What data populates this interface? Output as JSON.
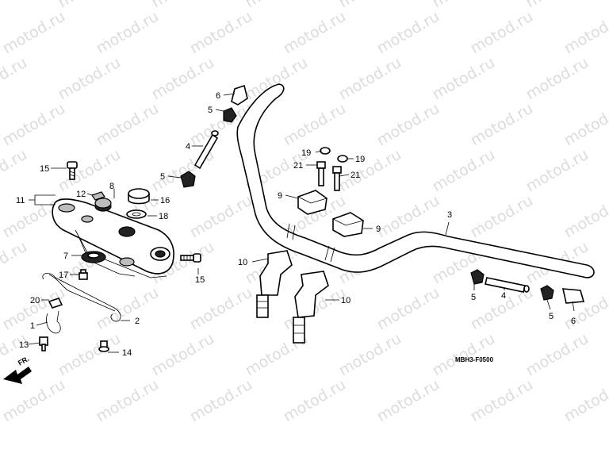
{
  "watermark": "motod.ru",
  "diagram_code": "MBH3-F0500",
  "direction_marker": "FR.",
  "callouts": {
    "c1": "1",
    "c2": "2",
    "c3": "3",
    "c4a": "4",
    "c4b": "4",
    "c5a": "5",
    "c5b": "5",
    "c5c": "5",
    "c5d": "5",
    "c6a": "6",
    "c6b": "6",
    "c7": "7",
    "c8": "8",
    "c9a": "9",
    "c9b": "9",
    "c10a": "10",
    "c10b": "10",
    "c11": "11",
    "c12": "12",
    "c13": "13",
    "c14": "14",
    "c15a": "15",
    "c15b": "15",
    "c16": "16",
    "c17": "17",
    "c18": "18",
    "c19a": "19",
    "c19b": "19",
    "c20": "20",
    "c21a": "21",
    "c21b": "21"
  }
}
